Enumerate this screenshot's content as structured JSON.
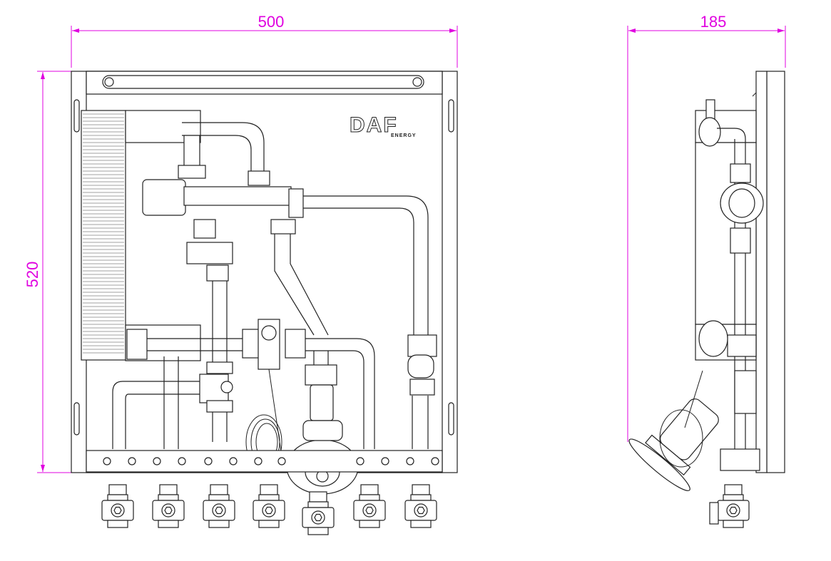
{
  "dimensions": {
    "front_width": "500",
    "side_depth": "185",
    "height": "520"
  },
  "logo": {
    "brand": "DAF",
    "subtitle": "ENERGY"
  },
  "colors": {
    "dimension_lines": "#e000e0",
    "drawing_lines": "#222222"
  },
  "valves": {
    "front_bottom_count": 7
  }
}
